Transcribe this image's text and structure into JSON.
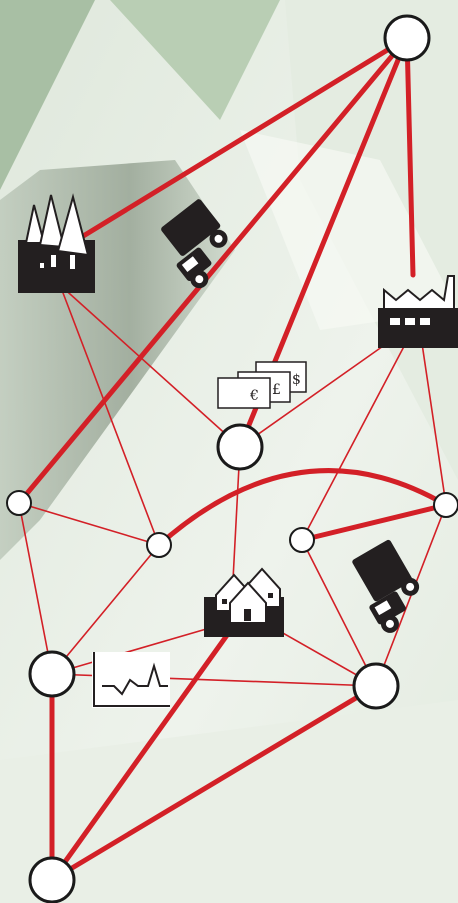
{
  "diagram": {
    "palette": {
      "edge": "#d32027",
      "node_fill": "#ffffff",
      "node_stroke": "#1a1a1a",
      "icon": "#231f20",
      "background_light": "#f1f5ee",
      "background_green": "#9fb59b"
    },
    "nodes": [
      {
        "id": "n-top-right",
        "size": "large"
      },
      {
        "id": "n-center-upper",
        "size": "large"
      },
      {
        "id": "n-left-mid",
        "size": "small"
      },
      {
        "id": "n-center-small",
        "size": "small"
      },
      {
        "id": "n-right-mid",
        "size": "small"
      },
      {
        "id": "n-right-inner",
        "size": "small"
      },
      {
        "id": "n-left-lower",
        "size": "large"
      },
      {
        "id": "n-right-lower",
        "size": "large"
      },
      {
        "id": "n-bottom-left",
        "size": "large"
      }
    ],
    "icons": [
      {
        "id": "forest-factory",
        "icon": "forest-factory-icon"
      },
      {
        "id": "truck-upper",
        "icon": "truck-icon"
      },
      {
        "id": "factory",
        "icon": "factory-icon"
      },
      {
        "id": "banknotes",
        "icon": "money-icon",
        "symbols": [
          "€",
          "£",
          "$"
        ]
      },
      {
        "id": "housing",
        "icon": "houses-icon"
      },
      {
        "id": "truck-lower",
        "icon": "truck-icon"
      },
      {
        "id": "stock-chart",
        "icon": "line-chart-icon"
      }
    ],
    "edges": {
      "thick": 9,
      "thin": 14,
      "curved": 1
    }
  }
}
